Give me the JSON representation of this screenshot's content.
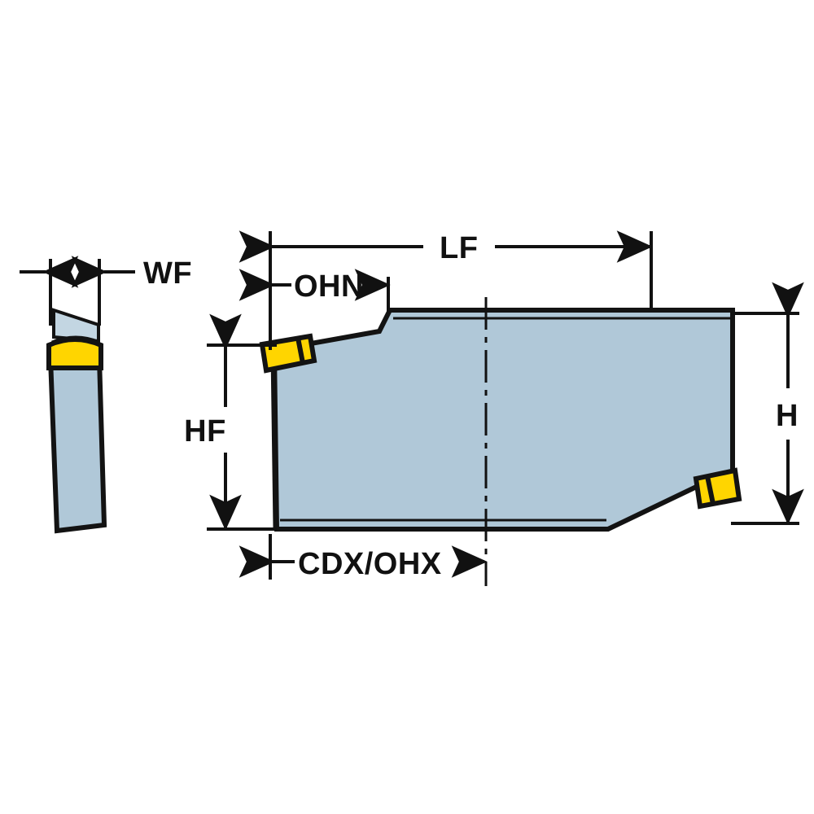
{
  "drawing": {
    "title": "Tool holder dimension diagram",
    "type": "engineering-line-drawing",
    "views": [
      {
        "name": "side-view",
        "position": "left"
      },
      {
        "name": "front-view",
        "position": "right"
      }
    ]
  },
  "colors": {
    "body_fill": "#b0c8d8",
    "body_fill_light": "#c3d6e2",
    "insert_fill": "#ffd500",
    "insert_fill_dark": "#f2c200",
    "outline": "#131313",
    "background": "#ffffff",
    "dimension": "#111111"
  },
  "dimensions": {
    "wf": {
      "label": "WF",
      "view": "side-view",
      "orientation": "horizontal",
      "description": "shank width on side view"
    },
    "lf": {
      "label": "LF",
      "view": "front-view",
      "orientation": "horizontal",
      "description": "functional length"
    },
    "ohn": {
      "label": "OHN",
      "view": "front-view",
      "orientation": "horizontal",
      "description": "overhang from shank"
    },
    "hf": {
      "label": "HF",
      "view": "front-view",
      "orientation": "vertical",
      "description": "functional height"
    },
    "h": {
      "label": "H",
      "view": "front-view",
      "orientation": "vertical",
      "description": "shank height"
    },
    "cdx_ohx": {
      "label": "CDX/OHX",
      "view": "front-view",
      "orientation": "horizontal",
      "description": "cutting depth / overhang in X"
    }
  },
  "parts": {
    "shank": "tool-holder-shank",
    "insert_upper": "cutting-insert-upper-left",
    "insert_lower": "cutting-insert-lower-right",
    "insert_side": "cutting-insert-side-view"
  }
}
